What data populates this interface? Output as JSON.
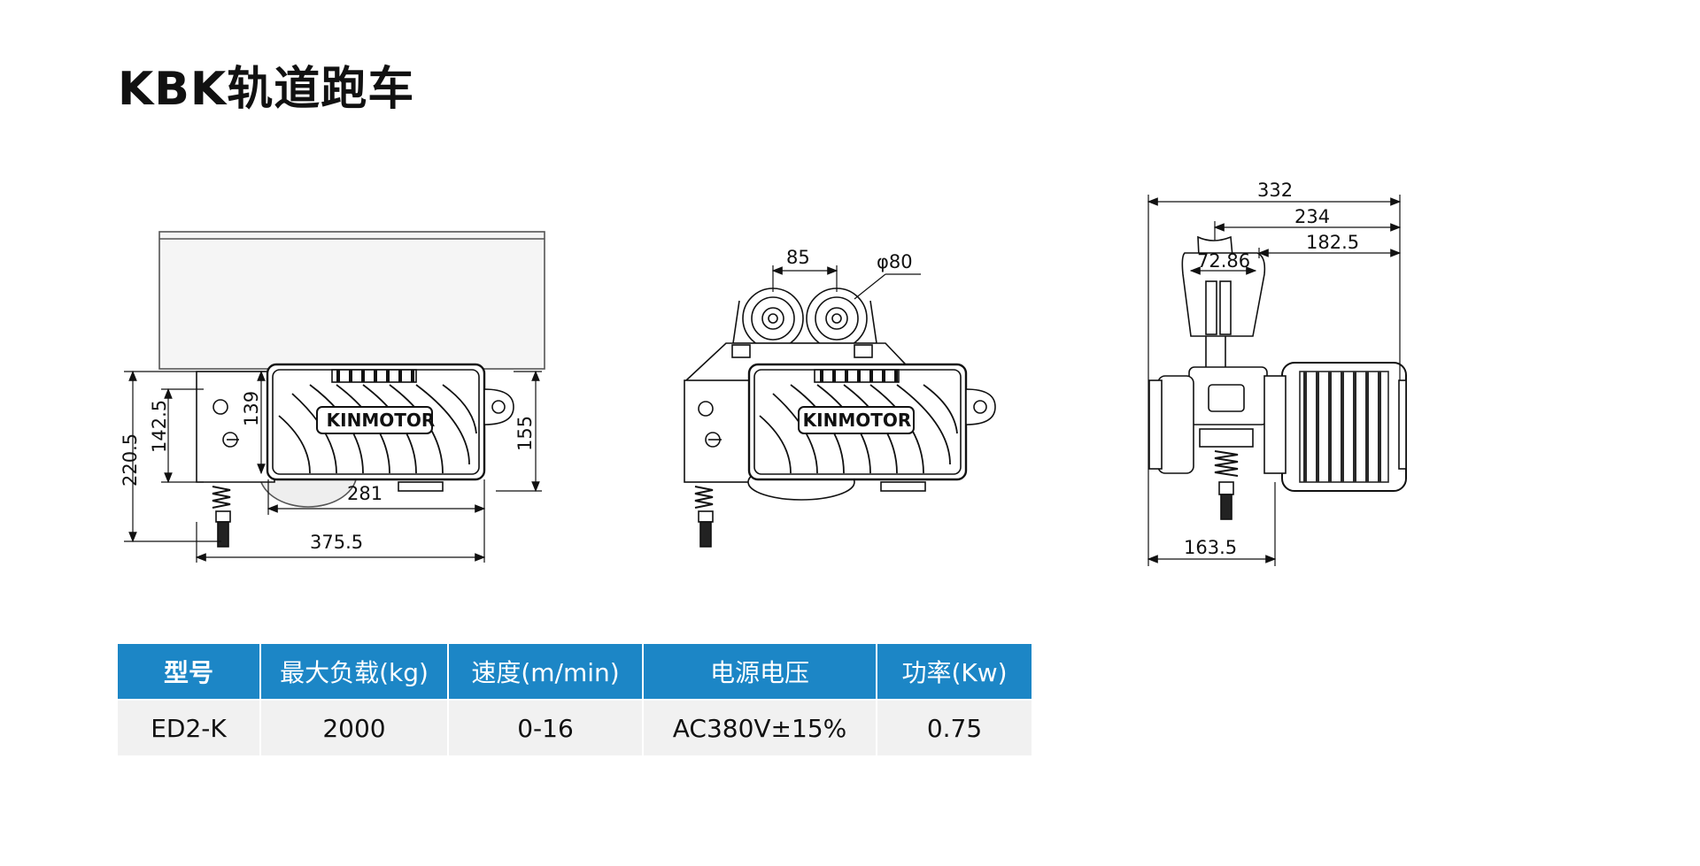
{
  "title": "KBK轨道跑车",
  "brand": "KINMOTOR",
  "dimensions": {
    "side_view": {
      "overall_length": "375.5",
      "wheelbase": "281",
      "total_height": "220.5",
      "body_height": "142.5",
      "cover_height": "139",
      "right_height": "155"
    },
    "front_view": {
      "wheel_spacing": "85",
      "wheel_diameter": "φ80"
    },
    "end_view": {
      "overall_width": "332",
      "width_b": "234",
      "width_c": "182.5",
      "rail_width": "72.86",
      "bottom_width": "163.5"
    }
  },
  "spec_table": {
    "headers": [
      "型号",
      "最大负载(kg)",
      "速度(m/min)",
      "电源电压",
      "功率(Kw)"
    ],
    "rows": [
      [
        "ED2-K",
        "2000",
        "0-16",
        "AC380V±15%",
        "0.75"
      ]
    ]
  },
  "colors": {
    "header_bg": "#1c86c6",
    "row_bg": "#f1f1f1",
    "line": "#111111"
  }
}
